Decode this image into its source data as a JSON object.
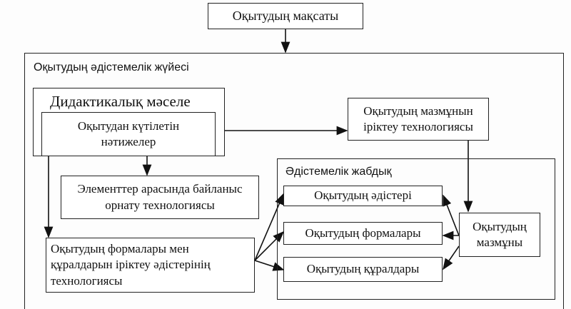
{
  "goal": "Оқытудың мақсаты",
  "system_label": "Оқытудың әдістемелік жүйесі",
  "didactic": {
    "title": "Дидактикалық мәселе",
    "results": "Оқытудан күтілетін нәтижелер"
  },
  "content_selection": "Оқытудың мазмұнын іріктеу технологиясы",
  "relations": "Элементтер арасында байланыс орнату технологиясы",
  "forms_selection": "Оқытудың формалары мен құралдарын іріктеу әдістерінің технологиясы",
  "equipment": {
    "label": "Әдістемелік жабдық",
    "methods": "Оқытудың әдістері",
    "forms": "Оқытудың формалары",
    "tools": "Оқытудың құралдары",
    "content": "Оқытудың мазмұны"
  }
}
